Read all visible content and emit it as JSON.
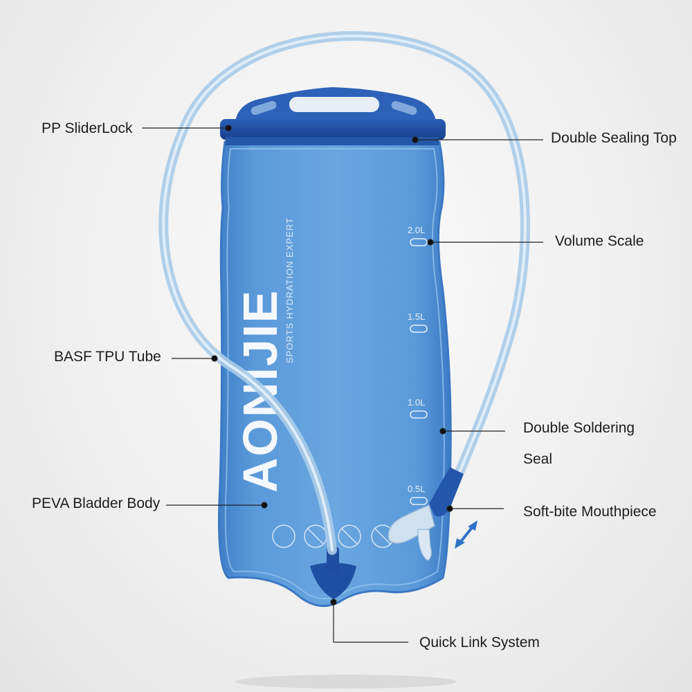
{
  "product": {
    "brand": "AONIJIE",
    "tagline": "SPORTS HYDRATION EXPERT"
  },
  "volume_scale": [
    "2.0L",
    "1.5L",
    "1.0L",
    "0.5L"
  ],
  "callouts": {
    "pp_sliderlock": "PP SliderLock",
    "double_sealing_top": "Double Sealing Top",
    "volume_scale": "Volume Scale",
    "basf_tpu_tube": "BASF TPU Tube",
    "double_soldering_seal_line1": "Double Soldering",
    "double_soldering_seal_line2": "Seal",
    "peva_bladder_body": "PEVA Bladder Body",
    "soft_bite_mouthpiece": "Soft-bite Mouthpiece",
    "quick_link_system": "Quick Link System"
  },
  "colors": {
    "bladder": "#4f8fd4",
    "bladder_dark": "#2e6fbd",
    "clip": "#1f4fa3",
    "tube": "#a9cbe8",
    "leader": "#222222"
  }
}
